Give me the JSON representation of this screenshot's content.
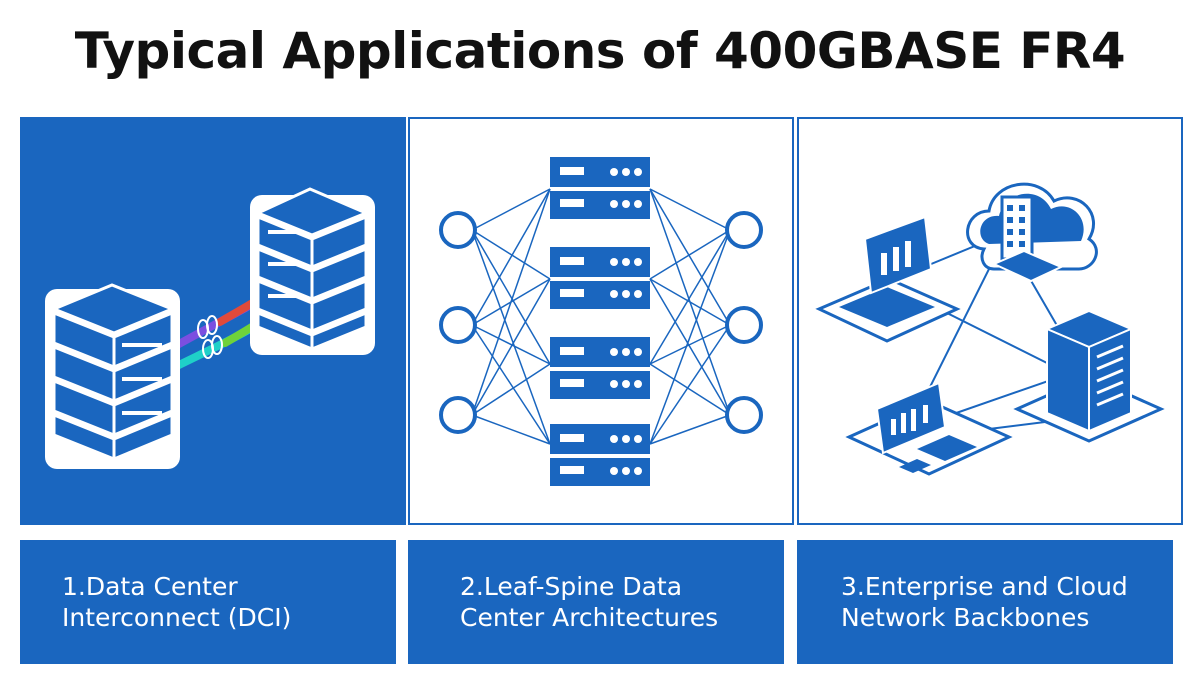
{
  "title": "Typical Applications of 400GBASE FR4",
  "colors": {
    "primary": "#1a66bf",
    "dark": "#0f3f7a",
    "white": "#ffffff"
  },
  "panels": [
    {
      "caption_line1": "1.Data Center",
      "caption_line2": "Interconnect (DCI)",
      "icon": "server-rack-fiber-icon"
    },
    {
      "caption_line1": "2.Leaf-Spine Data",
      "caption_line2": "Center Architectures",
      "icon": "leaf-spine-network-icon"
    },
    {
      "caption_line1": "3.Enterprise and Cloud",
      "caption_line2": "Network Backbones",
      "icon": "cloud-enterprise-network-icon"
    }
  ]
}
